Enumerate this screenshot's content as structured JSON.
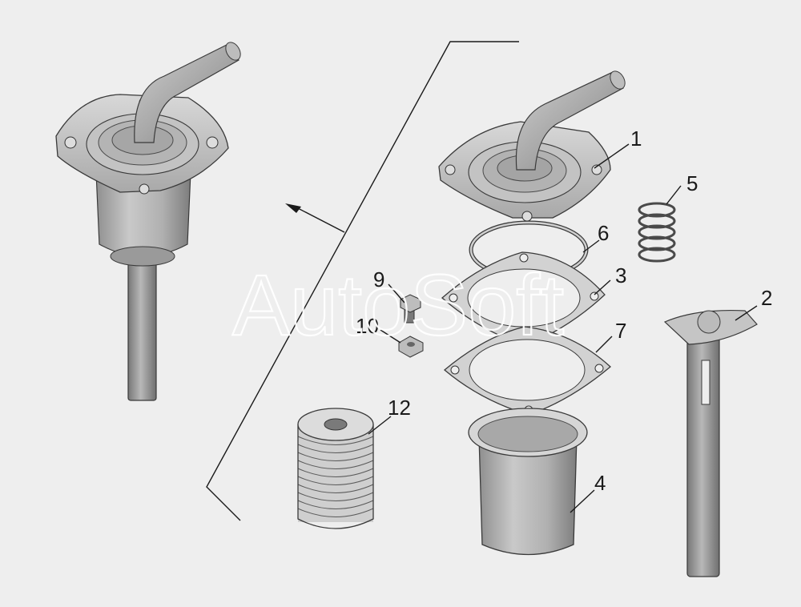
{
  "watermark": {
    "text": "AutoSoft"
  },
  "callouts": [
    {
      "id": "1",
      "label": "1"
    },
    {
      "id": "2",
      "label": "2"
    },
    {
      "id": "3",
      "label": "3"
    },
    {
      "id": "4",
      "label": "4"
    },
    {
      "id": "5",
      "label": "5"
    },
    {
      "id": "6",
      "label": "6"
    },
    {
      "id": "7",
      "label": "7"
    },
    {
      "id": "9",
      "label": "9"
    },
    {
      "id": "10",
      "label": "10"
    },
    {
      "id": "12",
      "label": "12"
    }
  ],
  "colors": {
    "background": "#eeeeee",
    "part_light": "#d4d4d4",
    "part_mid": "#b5b5b5",
    "part_dark": "#8a8a8a",
    "outline": "#3a3a3a",
    "ink": "#1a1a1a"
  }
}
